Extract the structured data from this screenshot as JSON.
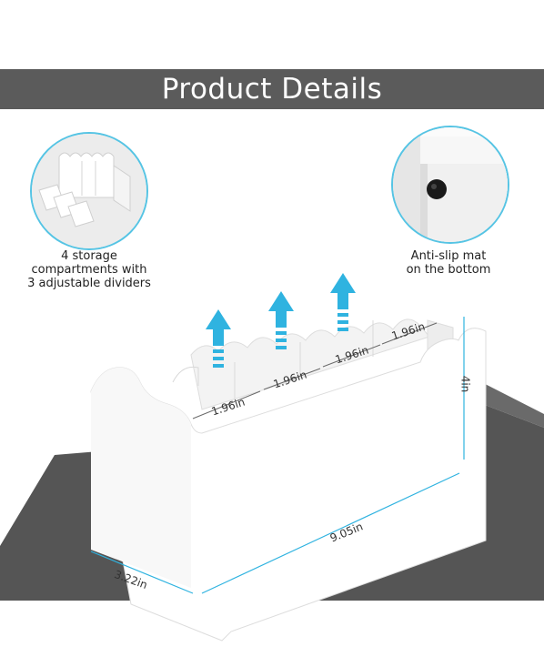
{
  "banner": {
    "title": "Product Details"
  },
  "features": {
    "left_caption_line1": "4 storage",
    "left_caption_line2": "compartments with",
    "left_caption_line3": "3 adjustable dividers",
    "right_caption_line1": "Anti-slip mat",
    "right_caption_line2": "on the bottom"
  },
  "dimensions": {
    "compartment_1": "1.96in",
    "compartment_2": "1.96in",
    "compartment_3": "1.96in",
    "compartment_4": "1.96in",
    "height": "4in",
    "length": "9.05in",
    "depth": "3.22in"
  },
  "colors": {
    "banner": "#5b5b5b",
    "accent": "#55c4e4",
    "arrow": "#2fb3e0",
    "floor": "#555555",
    "box": "#ffffff"
  },
  "icons": [
    "up-arrow-icon",
    "up-arrow-icon",
    "up-arrow-icon"
  ]
}
